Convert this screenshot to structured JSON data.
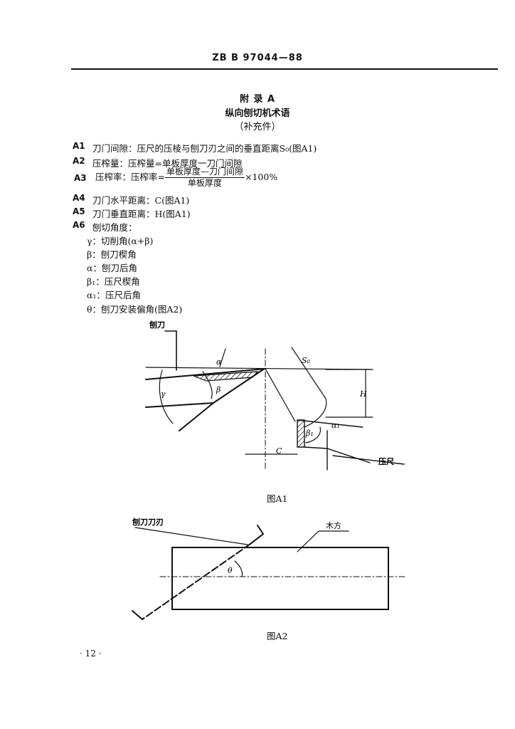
{
  "header": {
    "code": "ZB B 97044—88"
  },
  "appendix": {
    "label": "附  录  A",
    "title": "纵向刨切机术语",
    "subtitle": "（补充件）"
  },
  "terms": [
    {
      "id": "A1",
      "text": "刀门间隙：压尺的压棱与刨刀刃之间的垂直距离S₀(图A1)"
    },
    {
      "id": "A2",
      "text": "压榨量：压榨量=单板厚度一刀门间隙"
    },
    {
      "id": "A3",
      "prefix": "压榨率：压榨率=",
      "numerator": "单板厚度—刀门间隙",
      "denominator": "单板厚度",
      "suffix": "×100%"
    },
    {
      "id": "A4",
      "text": "刀门水平距离：C(图A1)"
    },
    {
      "id": "A5",
      "text": "刀门垂直距离：H(图A1)"
    },
    {
      "id": "A6",
      "text": "刨切角度："
    }
  ],
  "angles": [
    "γ：切削角(α+β)",
    "β：刨刀楔角",
    "α：刨刀后角",
    "β₁：压尺楔角",
    "α₁：压尺后角",
    "θ：刨刀安装偏角(图A2)"
  ],
  "figure_a1": {
    "caption": "图A1",
    "label_blade": "刨刀",
    "label_pressure_bar": "压尺",
    "label_alpha": "α",
    "label_beta": "β",
    "label_gamma": "γ",
    "label_s0": "S₀",
    "label_h": "H",
    "label_beta1": "β₁",
    "label_alpha1": "α₁",
    "label_c": "C"
  },
  "figure_a2": {
    "caption": "图A2",
    "label_blade_edge": "刨刀刀刃",
    "label_timber": "木方",
    "label_theta": "θ"
  },
  "footer": {
    "page": "· 12 ·"
  }
}
